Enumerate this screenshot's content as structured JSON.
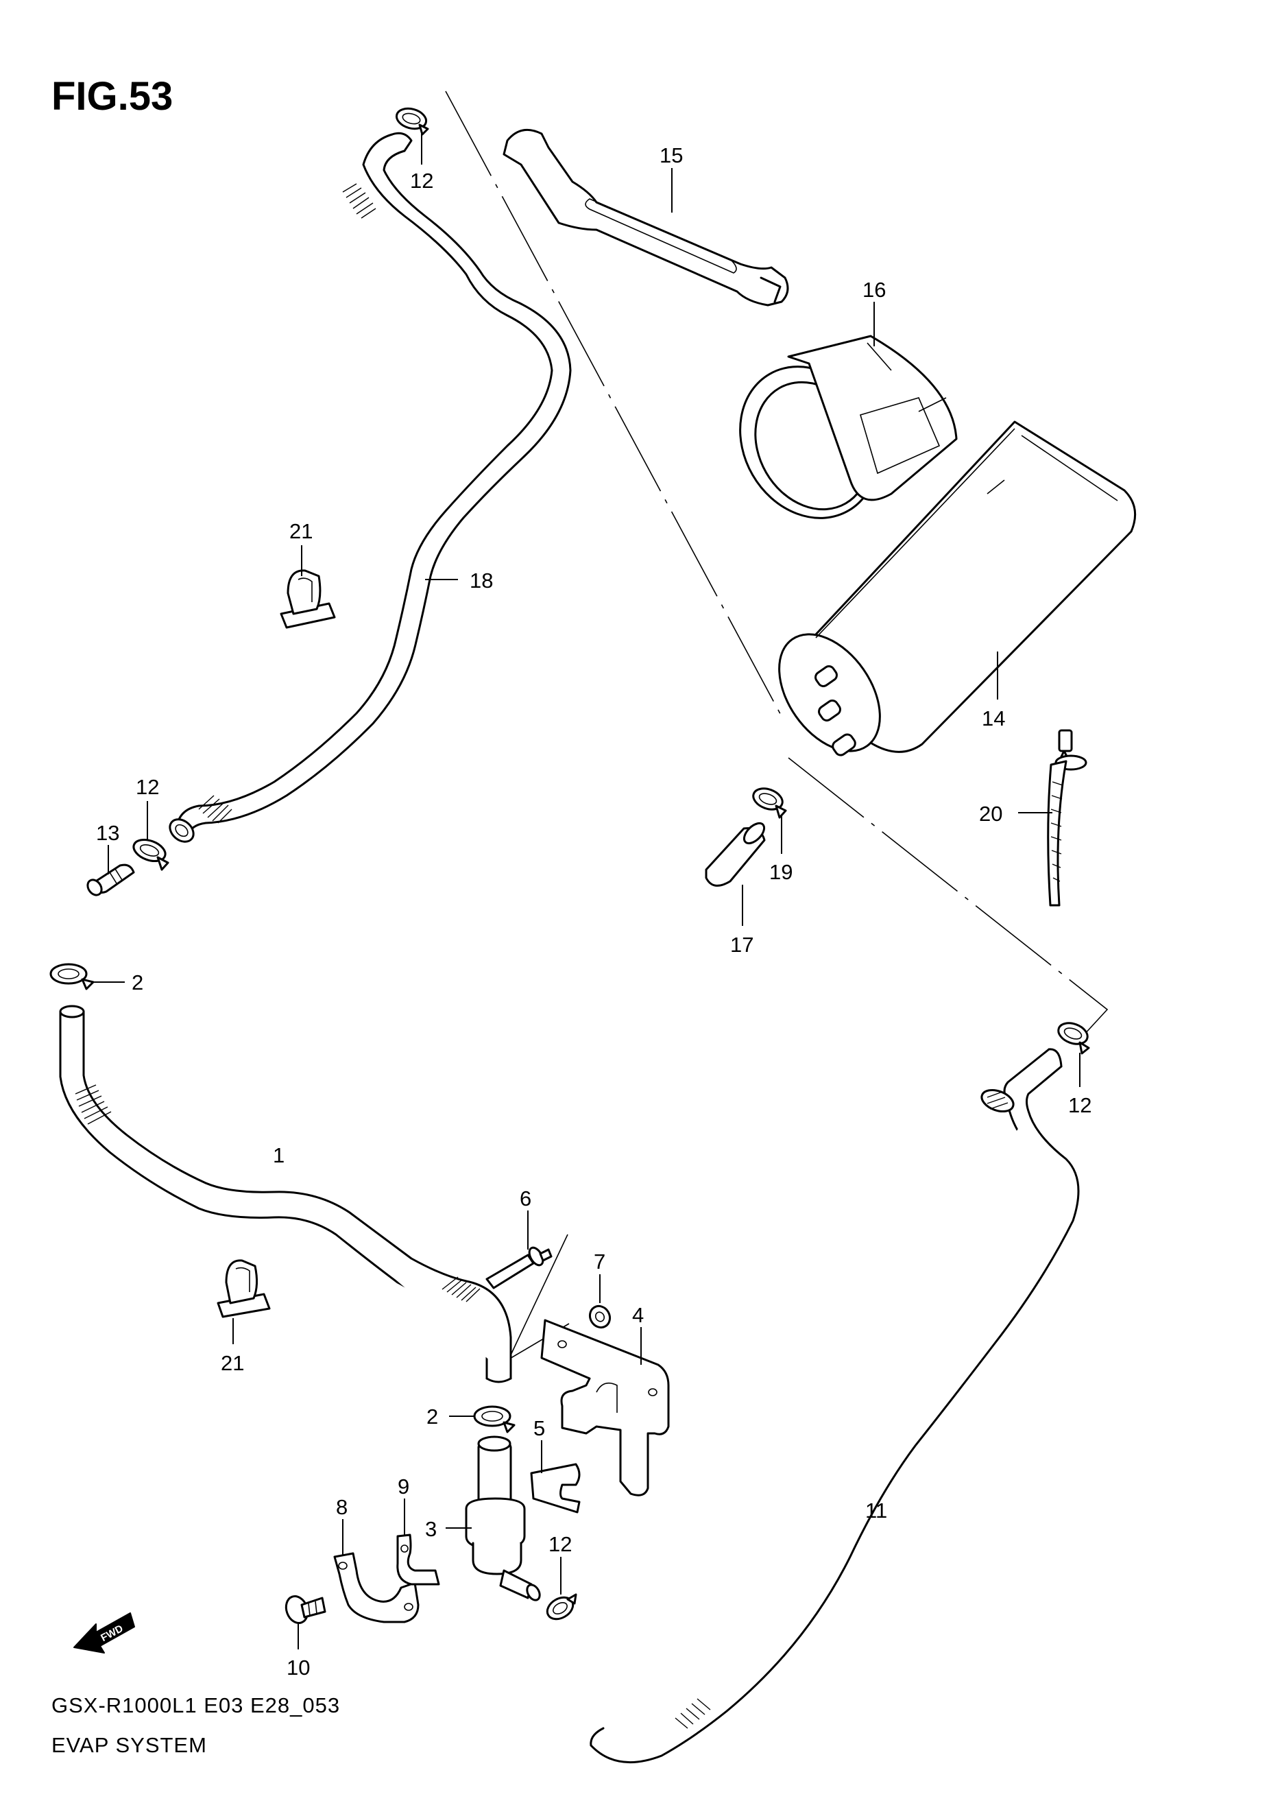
{
  "figure": {
    "title": "FIG.53",
    "model_code": "GSX-R1000L1 E03 E28_053",
    "system_name": "EVAP SYSTEM",
    "direction_badge": "FWD"
  },
  "icons": {
    "forward_arrow": "fwd-arrow-icon"
  },
  "callouts": {
    "c1": "1",
    "c2a": "2",
    "c2b": "2",
    "c3": "3",
    "c4": "4",
    "c5": "5",
    "c6": "6",
    "c7": "7",
    "c8": "8",
    "c9": "9",
    "c10": "10",
    "c11": "11",
    "c12a": "12",
    "c12b": "12",
    "c12c": "12",
    "c12d": "12",
    "c13": "13",
    "c14": "14",
    "c15": "15",
    "c16": "16",
    "c17": "17",
    "c18": "18",
    "c19": "19",
    "c20": "20",
    "c21a": "21",
    "c21b": "21"
  }
}
